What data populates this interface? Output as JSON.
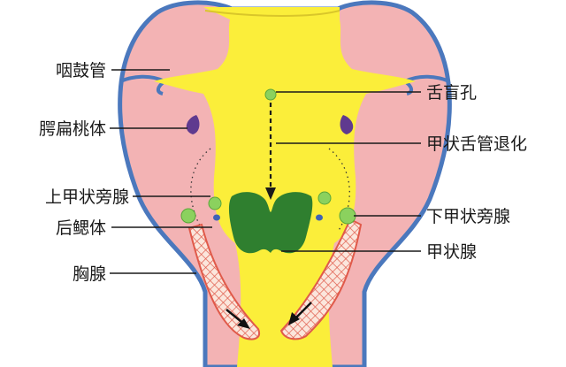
{
  "labels": {
    "pharyngotympanic_tube": "咽鼓管",
    "palatine_tonsil": "腭扁桃体",
    "superior_parathyroid": "上甲状旁腺",
    "ultimobranchial_body": "后鳃体",
    "thymus": "胸腺",
    "foramen_cecum": "舌盲孔",
    "thyroglossal_duct_regression": "甲状舌管退化",
    "inferior_parathyroid": "下甲状旁腺",
    "thyroid_gland": "甲状腺"
  },
  "colors": {
    "outline_blue": "#4b78bd",
    "mesenchyme_pink": "#f3b3b4",
    "pharynx_yellow": "#fbee3a",
    "thyroid_green": "#2f7f2f",
    "parathyroid_green": "#8bd15e",
    "tonsil_purple": "#5f3a8f",
    "ultimobranchial_blue": "#3f63b5",
    "thymus_hatch": "#e05a4a"
  }
}
